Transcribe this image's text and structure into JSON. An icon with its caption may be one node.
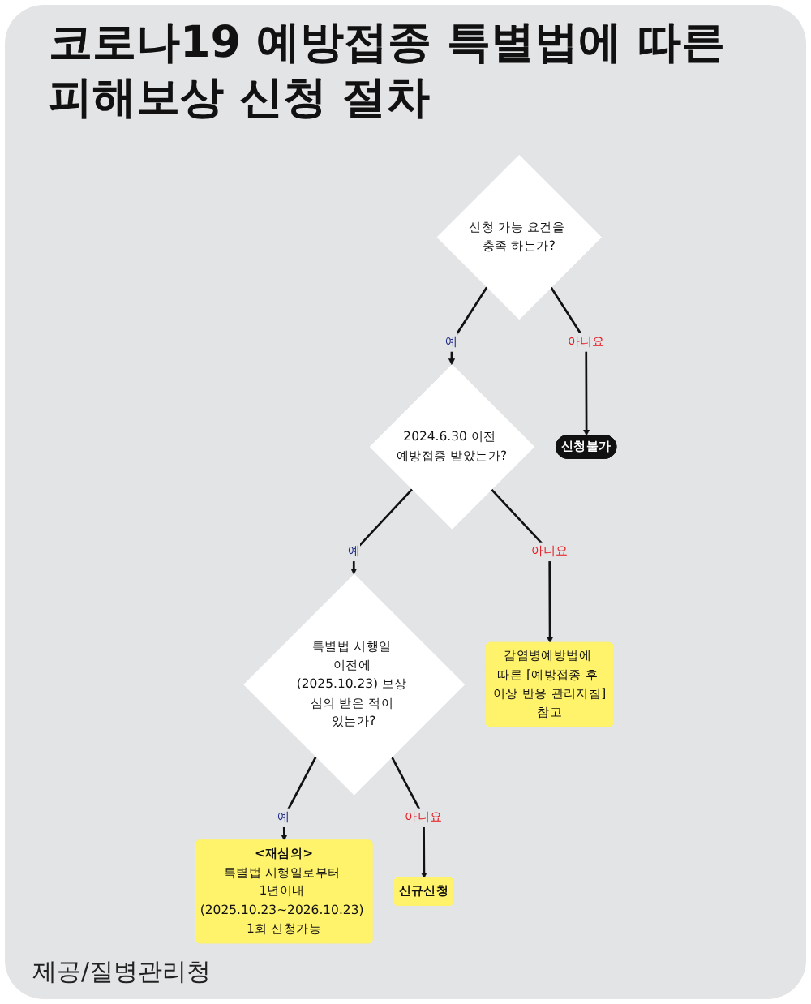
{
  "diagram": {
    "title": "코로나19 예방접종 특별법에 따른 피해보상 신청 절차",
    "nodes": [
      {
        "text": [
          "신청 가능 요건을 충족 하는가?"
        ]
      },
      {
        "text": [
          "신청불가"
        ]
      },
      {
        "text": [
          "2024.6.30 이전 예방접종 받았는가?"
        ]
      },
      {
        "text": [
          "감염병예방법에 따른 [예방접종 후 이상 반응 관리지침]참고"
        ]
      },
      {
        "text": [
          "특별법 시행일 이전에 (2025.10.23) 보상 심의 받은 적이 있는가?"
        ]
      },
      {
        "text": [
          "신규신청"
        ]
      },
      {
        "text": [
          "<재심의>",
          "특별법 시행일로부터 1년이내 (2025.10.23~2026.10.23) 1회 신청가능"
        ]
      }
    ],
    "edges": [
      {
        "from": 0,
        "to": 2,
        "arrow": "to",
        "label": "예"
      },
      {
        "from": 0,
        "to": 1,
        "arrow": "to",
        "label": "아니요"
      },
      {
        "from": 2,
        "to": 4,
        "arrow": "to",
        "label": "예"
      },
      {
        "from": 2,
        "to": 3,
        "arrow": "to",
        "label": "아니요"
      },
      {
        "from": 4,
        "to": 6,
        "arrow": "to",
        "label": "예"
      },
      {
        "from": 4,
        "to": 5,
        "arrow": "to",
        "label": "아니요"
      }
    ],
    "labels": [
      "제공/질병관리청"
    ]
  }
}
